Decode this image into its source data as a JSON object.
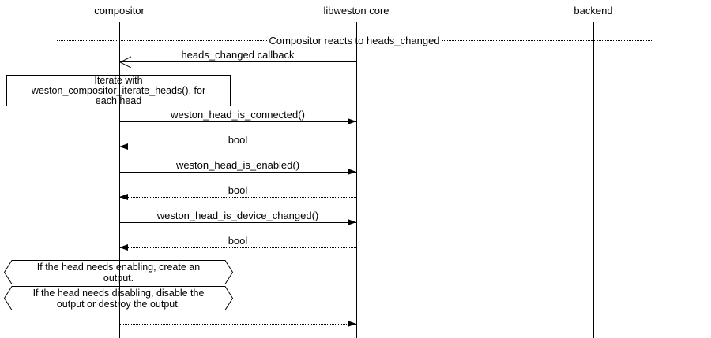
{
  "participants": [
    {
      "label": "compositor"
    },
    {
      "label": "libweston core"
    },
    {
      "label": "backend"
    }
  ],
  "divider": {
    "label": "Compositor reacts to heads_changed"
  },
  "messages": {
    "heads_changed": {
      "label": "heads_changed callback"
    },
    "is_connected": {
      "label": "weston_head_is_connected()"
    },
    "bool1": {
      "label": "bool"
    },
    "is_enabled": {
      "label": "weston_head_is_enabled()"
    },
    "bool2": {
      "label": "bool"
    },
    "is_device_changed": {
      "label": "weston_head_is_device_changed()"
    },
    "bool3": {
      "label": "bool"
    }
  },
  "notes": {
    "iterate": {
      "line1": "Iterate with",
      "line2": "weston_compositor_iterate_heads(), for",
      "line3": "each head"
    },
    "enable": {
      "line1": "If the head needs enabling, create an",
      "line2": "output."
    },
    "disable": {
      "line1": "If the head needs disabling, disable the",
      "line2": "output or destroy the output."
    }
  },
  "colors": {
    "line": "#000000",
    "background": "#ffffff"
  }
}
